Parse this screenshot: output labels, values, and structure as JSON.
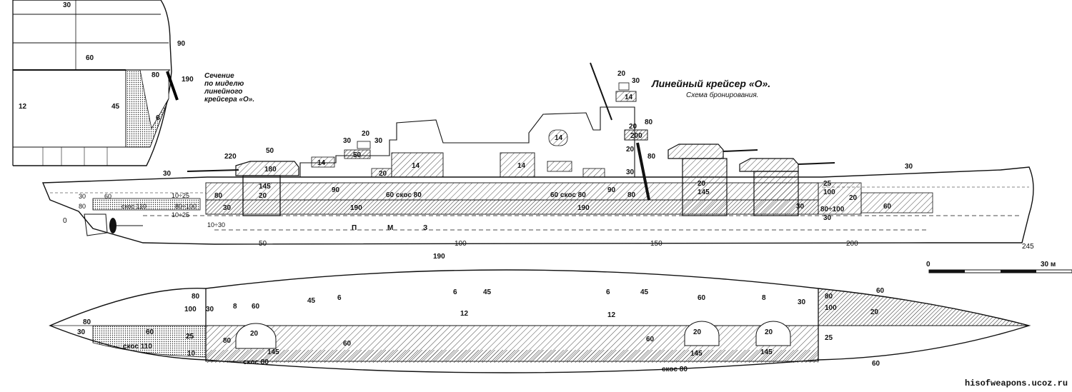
{
  "title": "Линейный крейсер «О».",
  "subtitle": "Схема бронирования.",
  "section_caption": [
    "Сечение",
    "по миделю",
    "линейного",
    "крейсера «О»."
  ],
  "watermark": "hisofweapons.ucoz.ru",
  "scale_bar": {
    "start": "0",
    "end": "30 м"
  },
  "frame_numbers": [
    "0",
    "50",
    "100",
    "150",
    "200",
    "245"
  ],
  "hull_letters": [
    "П",
    "М",
    "З"
  ],
  "section_labels": [
    "30",
    "90",
    "60",
    "190",
    "80",
    "12",
    "45",
    "6"
  ],
  "profile_labels": {
    "deck_left": "30",
    "deck_right": "30",
    "turret_a_roof": "220",
    "turret_a_top": "50",
    "turret_a_face": "180",
    "turret_a_barbette": "145",
    "barbette_a_low": "20",
    "bow_belt_30": "30",
    "bow_belt_60": "60",
    "bow_80": "80",
    "bow_skos": "скос 110",
    "bow_10_25": "10÷25",
    "bow_80_100": "80÷100",
    "bow_10_25b": "10÷25",
    "bow_10_30": "10÷30",
    "belt_upper": "90",
    "belt_main": "190",
    "belt_main_r": "190",
    "belt_upper_r": "90",
    "skos_a": "60 скос 80",
    "skos_b": "60 скос 80",
    "sec_80": "80",
    "sec_30": "30",
    "hangar_14a": "14",
    "hangar_14b": "14",
    "hangar_14c": "14",
    "hangar_14d": "14",
    "sec_20": "20",
    "sec_50": "50",
    "sec_30b": "30",
    "sec_20b": "20",
    "sec_30c": "30",
    "ct_200": "200",
    "ct_20a": "20",
    "ct_20b": "20",
    "ct_80": "80",
    "ct_80b": "80",
    "tower_20": "20",
    "tower_30": "30",
    "tower_14": "14",
    "ct_30": "30",
    "ct_80c": "80",
    "aft_20": "20",
    "aft_145": "145",
    "aft_25": "25",
    "aft_100": "100",
    "aft_20b": "20",
    "aft_60": "60",
    "aft_30": "30",
    "aft_80_100": "80÷100",
    "aft_30b": "30"
  },
  "plan_labels": {
    "p190": "190",
    "p80": "80",
    "p100": "100",
    "p30a": "30",
    "p8a": "8",
    "p60a": "60",
    "p45a": "45",
    "p6a": "6",
    "p6b": "6",
    "p45b": "45",
    "p6c": "6",
    "p45c": "45",
    "p60b": "60",
    "p8b": "8",
    "p30b": "30",
    "p80b": "80",
    "p100b": "100",
    "p60c": "60",
    "p20c": "20",
    "p12a": "12",
    "p12b": "12",
    "bow80": "80",
    "bow30": "30",
    "bow60": "60",
    "bow25": "25",
    "bowskos": "скос 110",
    "bow10": "10",
    "b20a": "20",
    "b80a": "80",
    "b60d": "60",
    "b145a": "145",
    "skos80a": "скос 80",
    "b60e": "60",
    "b20b": "20",
    "b20c": "20",
    "b145b": "145",
    "b145c": "145",
    "skos80b": "скос 80",
    "a25": "25",
    "a60": "60"
  }
}
